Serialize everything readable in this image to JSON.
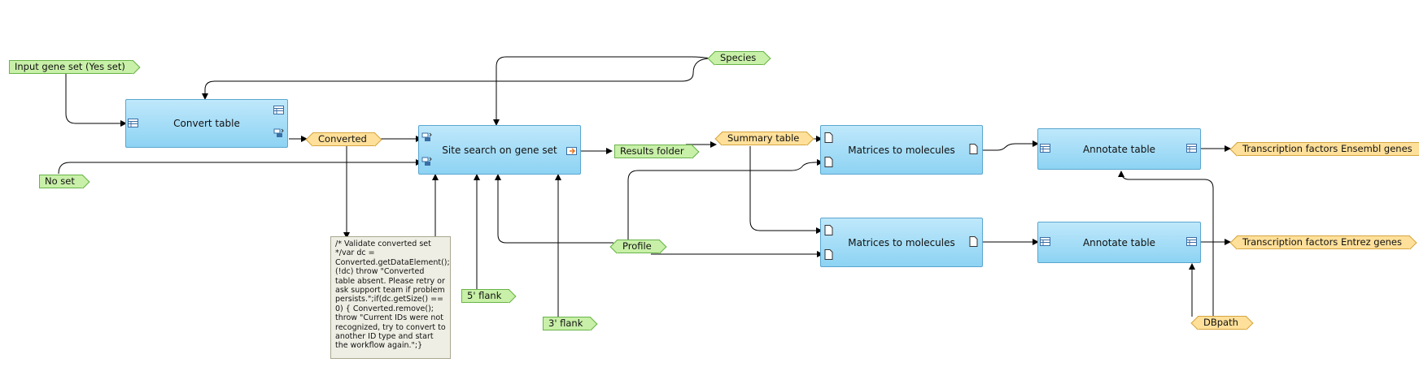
{
  "nodes": {
    "convert_table": "Convert table",
    "site_search": "Site search on gene set",
    "matrices_top": "Matrices to molecules",
    "matrices_bottom": "Matrices to molecules",
    "annotate_top": "Annotate table",
    "annotate_bottom": "Annotate table"
  },
  "params": {
    "input_gene_set": "Input gene set (Yes set)",
    "species": "Species",
    "no_set": "No set",
    "flank5": "5' flank",
    "flank3": "3' flank",
    "profile": "Profile",
    "dbpath": "DBpath"
  },
  "outputs": {
    "converted": "Converted",
    "results_folder": "Results folder",
    "summary_table": "Summary table",
    "tf_ensembl": "Transcription factors Ensembl genes",
    "tf_entrez": "Transcription factors Entrez genes"
  },
  "note": "/* Validate converted set */var dc = Converted.getDataElement();if (!dc) throw \"Converted table absent. Please retry or ask support team if problem persists.\";if(dc.getSize() == 0) {  Converted.remove(); throw \"Current IDs were not recognized, try to convert to another ID type and start the workflow again.\";}",
  "colors": {
    "node_fill": "#9ad8f5",
    "parameter_fill": "#c8f0a8",
    "output_fill": "#ffe09a",
    "note_fill": "#efeee4"
  }
}
